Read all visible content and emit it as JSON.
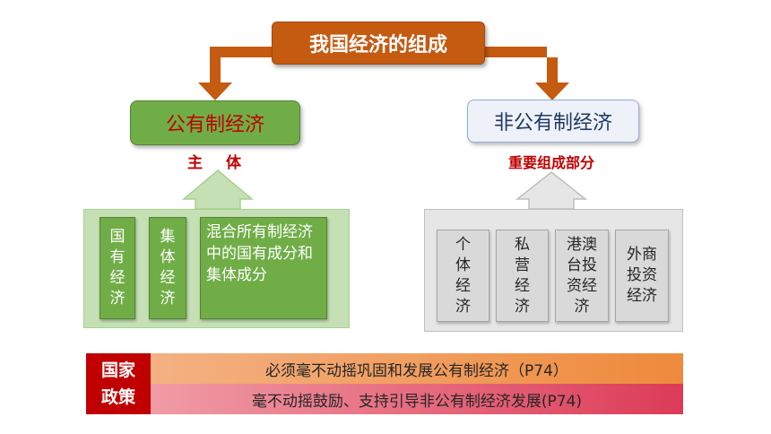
{
  "title": "我国经济的组成",
  "public": {
    "heading": "公有制经济",
    "role": "主 体",
    "items": [
      "国有经济",
      "集体经济",
      "混合所有制经济中的国有成分和集体成分"
    ]
  },
  "non_public": {
    "heading": "非公有制经济",
    "role": "重要组成部分",
    "items": [
      "个体经济",
      "私营经济",
      "港澳台投资经济",
      "外商投资经济"
    ]
  },
  "policy": {
    "label": "国家政策",
    "lines": [
      "必须毫不动摇巩固和发展公有制经济（P74）",
      "毫不动摇鼓励、支持引导非公有制经济发展(P74)"
    ]
  },
  "colors": {
    "title_bg": "#c55a11",
    "public_green": "#70ad47",
    "accent_red": "#c00000",
    "non_public_gray": "#d9d9d9"
  }
}
